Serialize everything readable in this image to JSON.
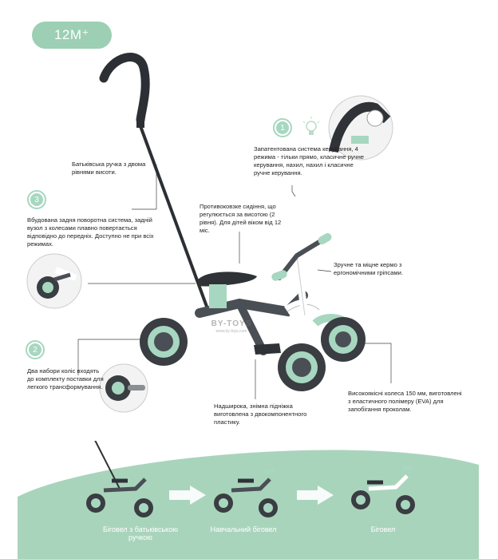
{
  "age_badge": "12M⁺",
  "features": {
    "parent_handle": "Батьківська ручка з двома рівнями висоти.",
    "steering_system": "Запатентована система керування, 4 режима - тільки прямо, класичне ручне керування, нахил, нахил і класичне ручне керування.",
    "seat": "Противоковзке сидіння, що регулюється за висотою (2 рівня). Для дітей віком від 12 міс.",
    "rear_turning": "Вбудована задня поворотна система, задній вузол з колесами плавно повертається відповідно до передніх. Доступно не при всіх режимах.",
    "handlebar": "Зручне та міцне кермо з ергономічними гріпсами.",
    "wheel_sets": "Два набори коліс входять до комплекту поставки для легкого трансформування.",
    "wheels": "Високоякісні колеса 150 мм, виготовлені з еластичного полімеру (EVA) для запобігання проколам.",
    "footrest": "Надширока, знімна підніжка виготовлена з двокомпонентного пластику."
  },
  "numbers": {
    "one": "1",
    "two": "2",
    "three": "3"
  },
  "watermark": {
    "brand": "BY-TOYS",
    "url": "www.by-toys.com"
  },
  "modes": [
    "Біговел з батьківською ручкою",
    "Навчальний біговел",
    "Біговел"
  ],
  "colors": {
    "mint": "#a7d7c0",
    "frame": "#4a4f55",
    "bottom_band": "#a9d4bc"
  }
}
